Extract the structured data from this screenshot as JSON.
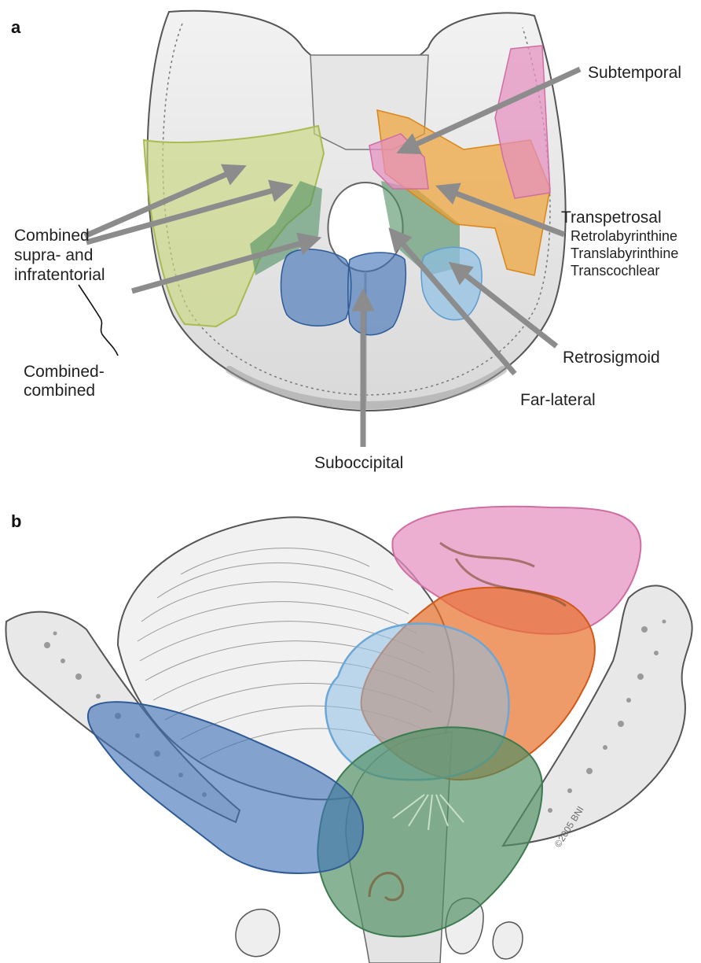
{
  "panels": {
    "a": {
      "letter": "a"
    },
    "b": {
      "letter": "b"
    }
  },
  "labels": {
    "subtemporal": "Subtemporal",
    "transpetrosal": "Transpetrosal",
    "retrolabyrinthine": "Retrolabyrinthine",
    "translabyrinthine": "Translabyrinthine",
    "transcochlear": "Transcochlear",
    "combined_line1": "Combined",
    "combined_line2": "supra- and",
    "combined_line3": "infratentorial",
    "combined_combined_line1": "Combined-",
    "combined_combined_line2": "combined",
    "retrosigmoid": "Retrosigmoid",
    "far_lateral": "Far-lateral",
    "suboccipital": "Suboccipital"
  },
  "copyright": "©2005 BNI",
  "colors": {
    "subtemporal": "#e58fbf",
    "transpetrosal": "#f0a030",
    "combined": "#c8d67a",
    "retrosigmoid": "#8ec0e6",
    "far_lateral": "#4f8f62",
    "suboccipital": "#3f73b8",
    "arrow": "#8c8c8c"
  }
}
